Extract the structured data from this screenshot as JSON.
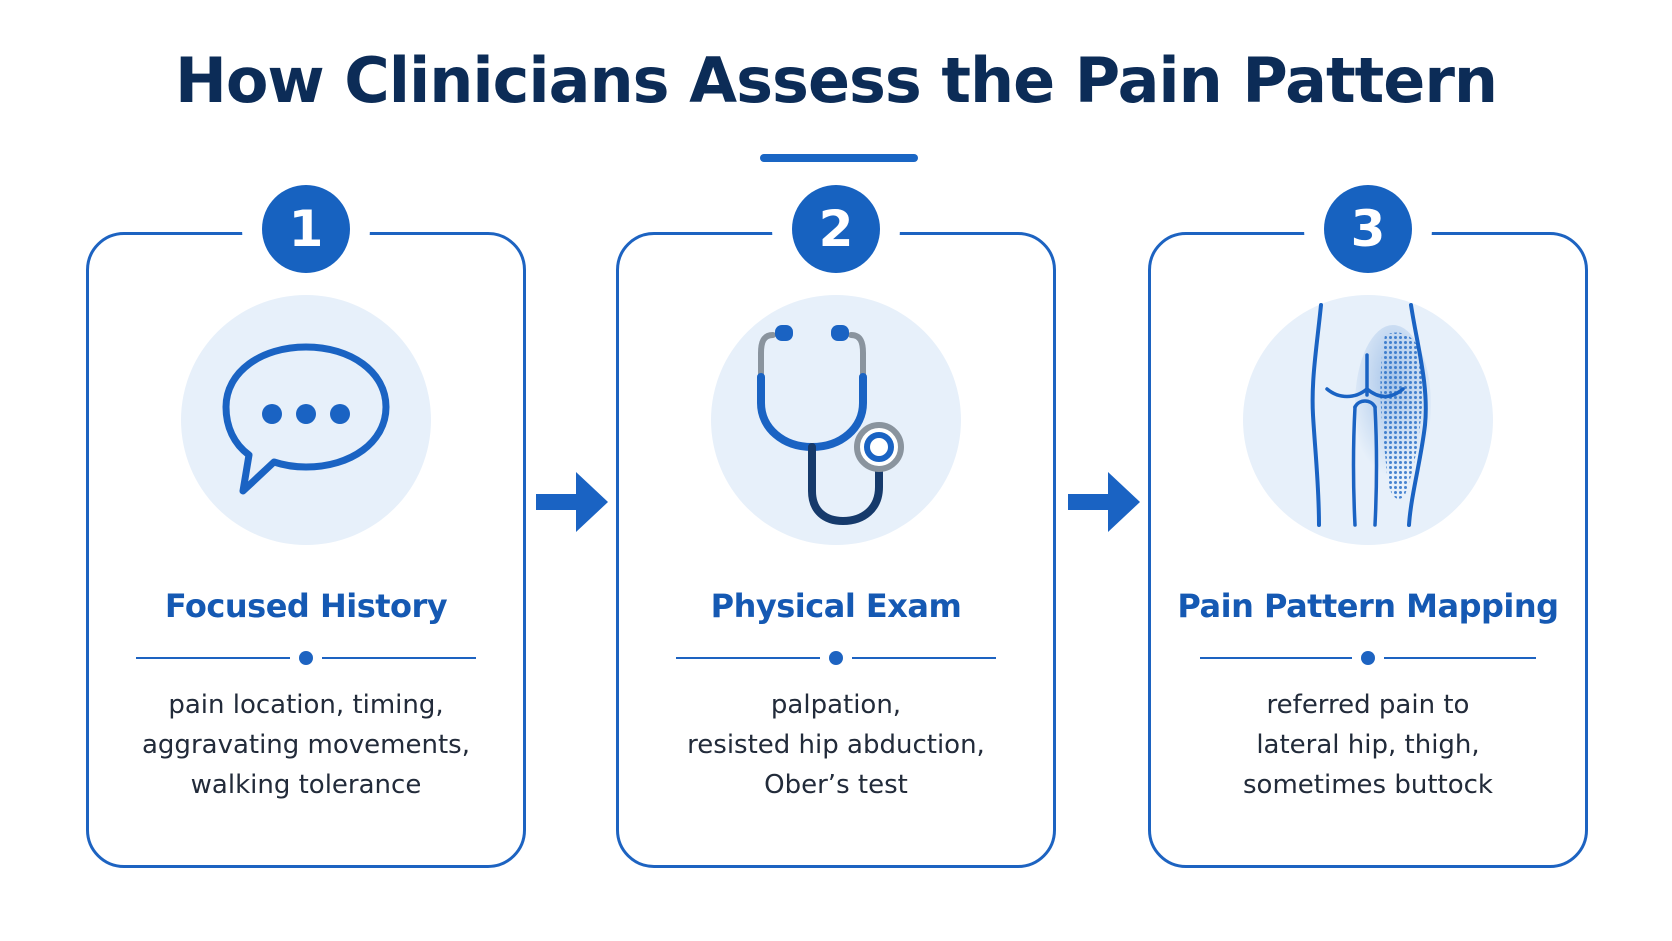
{
  "title": "How Clinicians Assess the Pain Pattern",
  "steps": [
    {
      "number": "1",
      "title": "Focused History",
      "icon": "speech-bubble-icon",
      "lines": [
        "pain location, timing,",
        "aggravating movements,",
        "walking tolerance"
      ]
    },
    {
      "number": "2",
      "title": "Physical Exam",
      "icon": "stethoscope-icon",
      "lines": [
        "palpation,",
        "resisted hip abduction,",
        "Ober’s test"
      ]
    },
    {
      "number": "3",
      "title": "Pain Pattern Mapping",
      "icon": "hip-pain-map-icon",
      "lines": [
        "referred pain to",
        "lateral hip, thigh,",
        "sometimes buttock"
      ]
    }
  ],
  "colors": {
    "title": "#0c2c57",
    "accent": "#1d63c1",
    "badge": "#1762c0",
    "icon_bg": "#e7f0fa",
    "text": "#222b3a"
  }
}
